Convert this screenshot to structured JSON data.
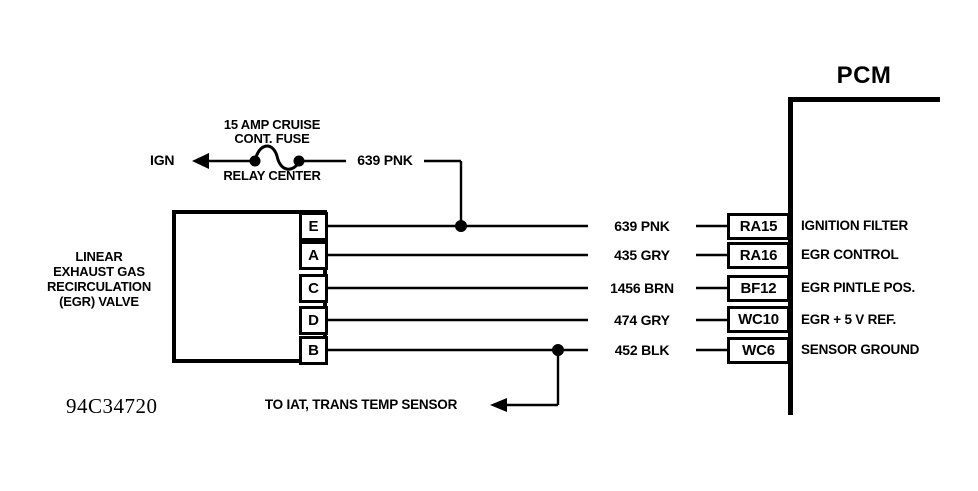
{
  "diagram": {
    "pcm_title": "PCM",
    "stamp": "94C34720",
    "bottom_note": "TO IAT, TRANS TEMP SENSOR",
    "valve_label_lines": [
      "LINEAR",
      "EXHAUST GAS",
      "RECIRCULATION",
      "(EGR) VALVE"
    ],
    "fuse": {
      "label_line1": "15 AMP CRUISE",
      "label_line2": "CONT. FUSE",
      "source": "IGN",
      "location": "RELAY CENTER",
      "wire": "639 PNK"
    },
    "rows": [
      {
        "pin": "E",
        "wire": "639 PNK",
        "terminal": "RA15",
        "function": "IGNITION FILTER"
      },
      {
        "pin": "A",
        "wire": "435 GRY",
        "terminal": "RA16",
        "function": "EGR CONTROL"
      },
      {
        "pin": "C",
        "wire": "1456 BRN",
        "terminal": "BF12",
        "function": "EGR PINTLE POS."
      },
      {
        "pin": "D",
        "wire": "474 GRY",
        "terminal": "WC10",
        "function": "EGR + 5 V REF."
      },
      {
        "pin": "B",
        "wire": "452 BLK",
        "terminal": "WC6",
        "function": "SENSOR GROUND"
      }
    ],
    "colors": {
      "ink": "#000000",
      "paper": "#ffffff"
    }
  }
}
